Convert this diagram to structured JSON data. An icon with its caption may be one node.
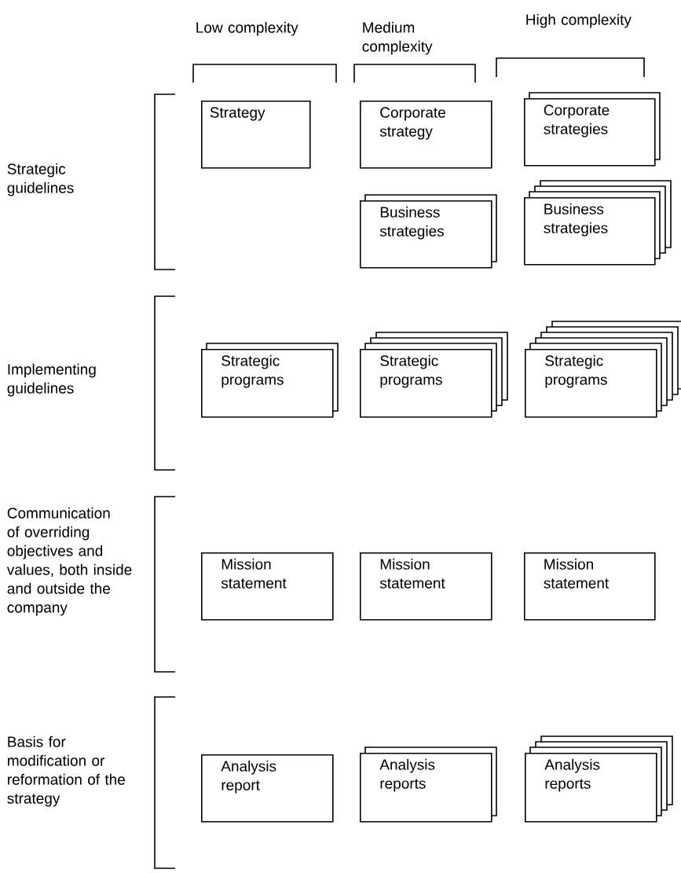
{
  "diagram": {
    "nodes": [
      {
        "text": [
          "Strategy"
        ]
      },
      {
        "text": [
          "Corporate strategy"
        ]
      },
      {
        "text": [
          "Corporate strategies"
        ]
      },
      {
        "text": [
          "Business strategies"
        ]
      },
      {
        "text": [
          "Business strategies"
        ]
      },
      {
        "text": [
          "Strategic programs"
        ]
      },
      {
        "text": [
          "Strategic programs"
        ]
      },
      {
        "text": [
          "Strategic programs"
        ]
      },
      {
        "text": [
          "Mission statement"
        ]
      },
      {
        "text": [
          "Mission statement"
        ]
      },
      {
        "text": [
          "Mission statement"
        ]
      },
      {
        "text": [
          "Analysis report"
        ]
      },
      {
        "text": [
          "Analysis reports"
        ]
      },
      {
        "text": [
          "Analysis reports"
        ]
      }
    ],
    "labels": [
      "Low complexity",
      "Medium complexity",
      "High complexity",
      "Strategic guidelines",
      "Implementing guidelines",
      "Communication of overriding objectives and values, both inside and outside the company",
      "Basis for modification or reformation of the strategy"
    ]
  }
}
